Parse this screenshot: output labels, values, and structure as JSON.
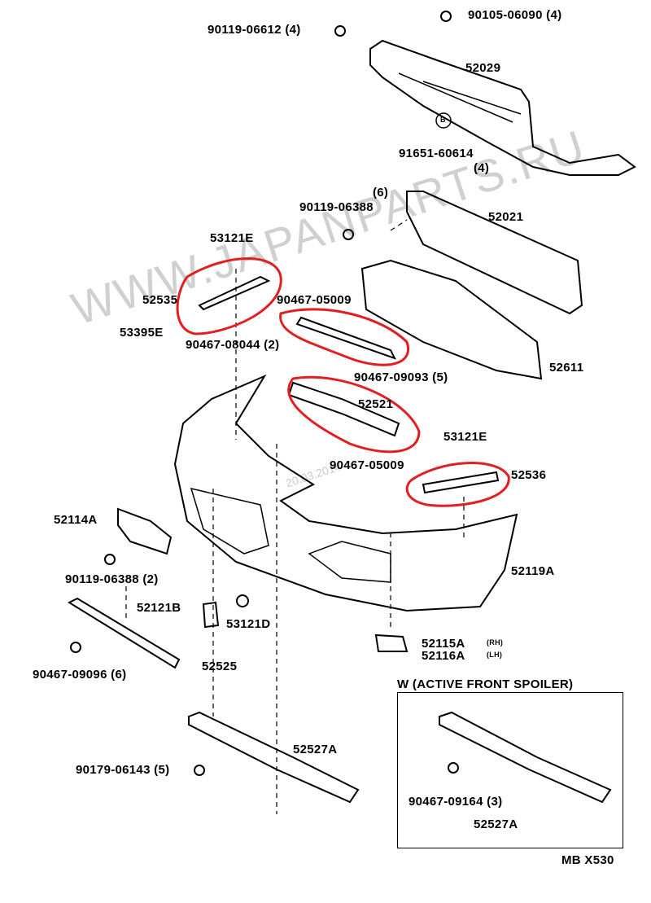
{
  "diagram": {
    "watermark": "WWW.JAPANPARTS.RU",
    "date_stamp": "20.03.2014",
    "footer_code": "MB X530",
    "inset_title": "W (ACTIVE FRONT SPOILER)",
    "highlight_color": "#e02020",
    "parts": [
      {
        "id": "p1",
        "label": "90119-06612 (4)"
      },
      {
        "id": "p2",
        "label": "90105-06090 (4)"
      },
      {
        "id": "p3",
        "label": "52029"
      },
      {
        "id": "p4",
        "label": "91651-60614"
      },
      {
        "id": "p5",
        "label": "(4)"
      },
      {
        "id": "p6",
        "label": "(6)"
      },
      {
        "id": "p7",
        "label": "90119-06388"
      },
      {
        "id": "p8",
        "label": "52021"
      },
      {
        "id": "p9",
        "label": "53121E"
      },
      {
        "id": "p10",
        "label": "52535"
      },
      {
        "id": "p11",
        "label": "90467-05009"
      },
      {
        "id": "p12",
        "label": "53395E"
      },
      {
        "id": "p13",
        "label": "90467-08044 (2)"
      },
      {
        "id": "p14",
        "label": "52611"
      },
      {
        "id": "p15",
        "label": "90467-09093 (5)"
      },
      {
        "id": "p16",
        "label": "52521"
      },
      {
        "id": "p17",
        "label": "53121E"
      },
      {
        "id": "p18",
        "label": "90467-05009"
      },
      {
        "id": "p19",
        "label": "52536"
      },
      {
        "id": "p20",
        "label": "52114A"
      },
      {
        "id": "p21",
        "label": "90119-06388 (2)"
      },
      {
        "id": "p22",
        "label": "52119A"
      },
      {
        "id": "p23",
        "label": "52121B"
      },
      {
        "id": "p24",
        "label": "53121D"
      },
      {
        "id": "p25",
        "label": "52115A"
      },
      {
        "id": "p26",
        "label": "(RH)"
      },
      {
        "id": "p27",
        "label": "52116A"
      },
      {
        "id": "p28",
        "label": "(LH)"
      },
      {
        "id": "p29",
        "label": "90467-09096 (6)"
      },
      {
        "id": "p30",
        "label": "52525"
      },
      {
        "id": "p31",
        "label": "52527A"
      },
      {
        "id": "p32",
        "label": "90179-06143 (5)"
      },
      {
        "id": "p33",
        "label": "90467-09164 (3)"
      },
      {
        "id": "p34",
        "label": "52527A"
      }
    ],
    "marker_B": "B"
  }
}
